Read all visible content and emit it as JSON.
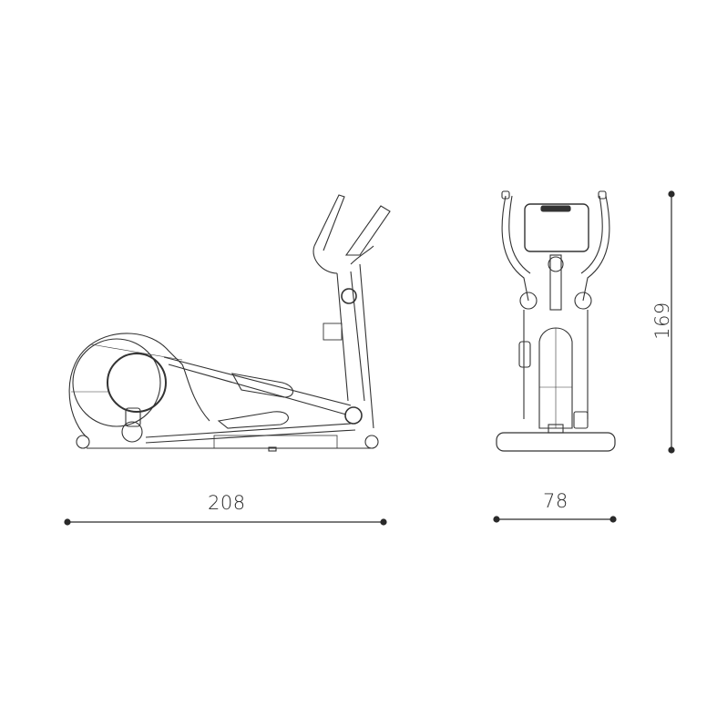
{
  "diagram": {
    "subject": "elliptical cross trainer dimensions",
    "views": [
      {
        "name": "side view"
      },
      {
        "name": "front view"
      }
    ],
    "dimensions": {
      "length": {
        "value": "208",
        "orientation": "horizontal"
      },
      "width": {
        "value": "78",
        "orientation": "horizontal"
      },
      "height": {
        "value": "169",
        "orientation": "vertical"
      }
    },
    "colors": {
      "line": "#2a2a2a",
      "background": "#ffffff"
    }
  }
}
